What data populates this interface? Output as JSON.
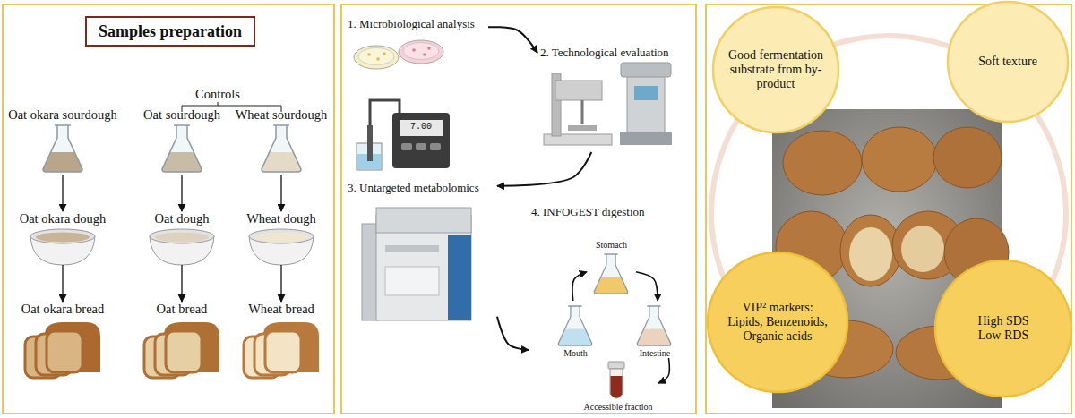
{
  "diagram": {
    "nodes": [
      {
        "text": [
          "Samples preparation"
        ]
      },
      {
        "text": [
          "Oat okara sourdough"
        ]
      },
      {
        "text": [
          "Oat sourdough"
        ]
      },
      {
        "text": [
          "Wheat sourdough"
        ]
      },
      {
        "text": [
          "Oat okara dough"
        ]
      },
      {
        "text": [
          "Oat dough"
        ]
      },
      {
        "text": [
          "Wheat dough"
        ]
      },
      {
        "text": [
          "Oat okara bread"
        ]
      },
      {
        "text": [
          "Oat bread"
        ]
      },
      {
        "text": [
          "Wheat bread"
        ]
      },
      {
        "text": [
          "1. Microbiological analysis"
        ]
      },
      {
        "text": [
          "2. Technological evaluation"
        ]
      },
      {
        "text": [
          "3. Untargeted metabolomics"
        ]
      },
      {
        "text": [
          "4. INFOGEST digestion"
        ]
      },
      {
        "text": [
          "Stomach"
        ],
        "in": 13
      },
      {
        "text": [
          "Mouth"
        ],
        "in": 13
      },
      {
        "text": [
          "Intestine"
        ],
        "in": 13
      },
      {
        "text": [
          "Accessible fraction"
        ],
        "in": 13
      },
      {
        "text": [
          "Good fermentation substrate from by-product"
        ]
      },
      {
        "text": [
          "Soft texture"
        ]
      },
      {
        "text": [
          "VIP² markers: Lipids, Benzenoids, Organic acids"
        ]
      },
      {
        "text": [
          "High SDS Low RDS"
        ]
      }
    ],
    "edges": [
      {
        "from": 1,
        "to": 4,
        "arrow": "to"
      },
      {
        "from": 4,
        "to": 7,
        "arrow": "to"
      },
      {
        "from": 2,
        "to": 5,
        "arrow": "to"
      },
      {
        "from": 5,
        "to": 8,
        "arrow": "to"
      },
      {
        "from": 3,
        "to": 6,
        "arrow": "to"
      },
      {
        "from": 6,
        "to": 9,
        "arrow": "to"
      },
      {
        "from": 10,
        "to": 11,
        "arrow": "to"
      },
      {
        "from": 11,
        "to": 12,
        "arrow": "to"
      },
      {
        "from": 12,
        "to": 13,
        "arrow": "to"
      },
      {
        "from": 15,
        "to": 14,
        "arrow": "to"
      },
      {
        "from": 14,
        "to": 16,
        "arrow": "to"
      },
      {
        "from": 16,
        "to": 17,
        "arrow": "to"
      }
    ],
    "labels": [
      "Controls",
      "7.00"
    ]
  }
}
